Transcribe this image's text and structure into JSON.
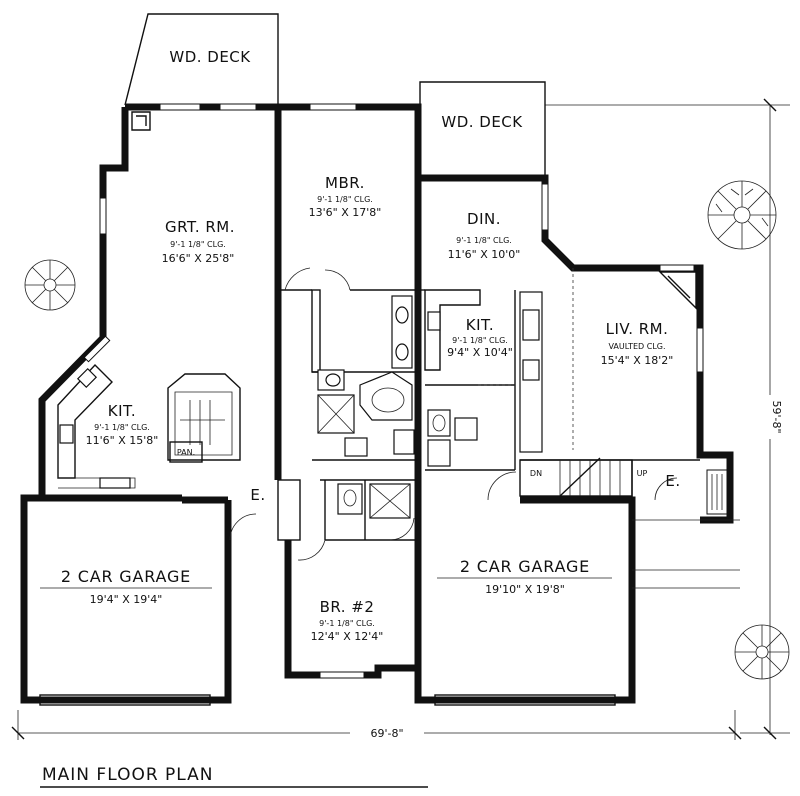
{
  "plan": {
    "title": "MAIN FLOOR PLAN",
    "overall_width": "69'-8\"",
    "overall_depth": "59'-8\"",
    "rooms": {
      "deck_left": {
        "name": "WD. DECK"
      },
      "deck_right": {
        "name": "WD. DECK"
      },
      "great_room": {
        "name": "GRT. RM.",
        "ceiling": "9'-1 1/8\" CLG.",
        "dims": "16'6\" X 25'8\""
      },
      "master_bedroom": {
        "name": "MBR.",
        "ceiling": "9'-1 1/8\" CLG.",
        "dims": "13'6\" X 17'8\""
      },
      "dining": {
        "name": "DIN.",
        "ceiling": "9'-1 1/8\" CLG.",
        "dims": "11'6\" X 10'0\""
      },
      "kitchen_right": {
        "name": "KIT.",
        "ceiling": "9'-1 1/8\" CLG.",
        "dims": "9'4\" X 10'4\""
      },
      "living_room": {
        "name": "LIV. RM.",
        "ceiling": "VAULTED CLG.",
        "dims": "15'4\" X 18'2\""
      },
      "kitchen_left": {
        "name": "KIT.",
        "ceiling": "9'-1 1/8\" CLG.",
        "dims": "11'6\" X 15'8\""
      },
      "pantry": {
        "name": "PAN."
      },
      "entry_left": {
        "name": "E."
      },
      "entry_right": {
        "name": "E."
      },
      "garage_left": {
        "name": "2 CAR GARAGE",
        "dims": "19'4\" X 19'4\""
      },
      "garage_right": {
        "name": "2 CAR GARAGE",
        "dims": "19'10\" X 19'8\""
      },
      "bedroom_2": {
        "name": "BR. #2",
        "ceiling": "9'-1 1/8\" CLG.",
        "dims": "12'4\" X 12'4\""
      }
    },
    "stair_labels": {
      "down": "DN",
      "up": "UP"
    }
  }
}
